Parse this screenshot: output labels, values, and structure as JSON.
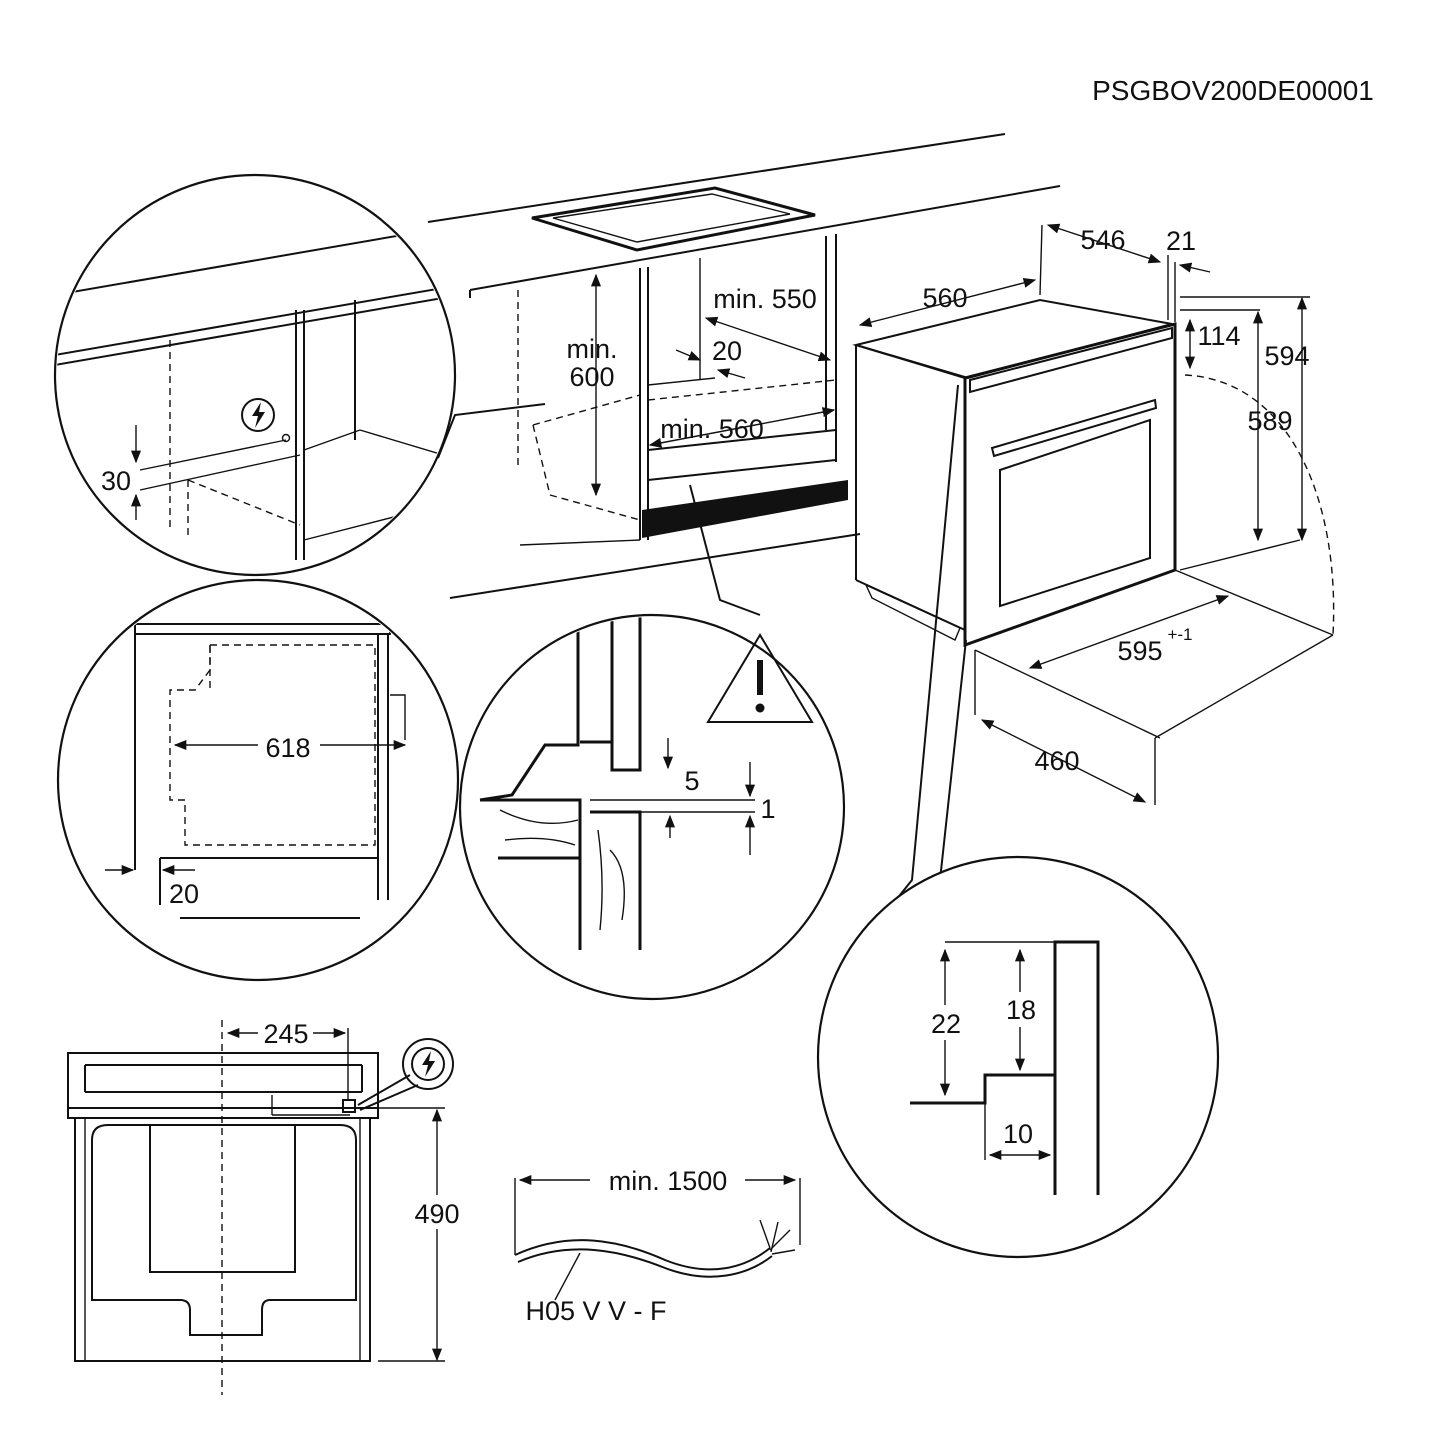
{
  "doc_code": "PSGBOV200DE00001",
  "dimensions": {
    "d546": "546",
    "d21": "21",
    "d560": "560",
    "d114": "114",
    "d594": "594",
    "d589": "589",
    "d595": "595",
    "d595_tol": "+-1",
    "d460": "460",
    "min550": "min. 550",
    "d20": "20",
    "min600_l1": "min.",
    "min600_l2": "600",
    "min560": "min. 560",
    "d30": "30",
    "d618": "618",
    "d20b": "20",
    "d5": "5",
    "d1": "1",
    "d22": "22",
    "d18": "18",
    "d10": "10",
    "d245": "245",
    "d490": "490",
    "min1500": "min. 1500",
    "cable_type": "H05 V V - F"
  },
  "icons": [
    "electric-hazard-icon",
    "warning-triangle-icon"
  ]
}
